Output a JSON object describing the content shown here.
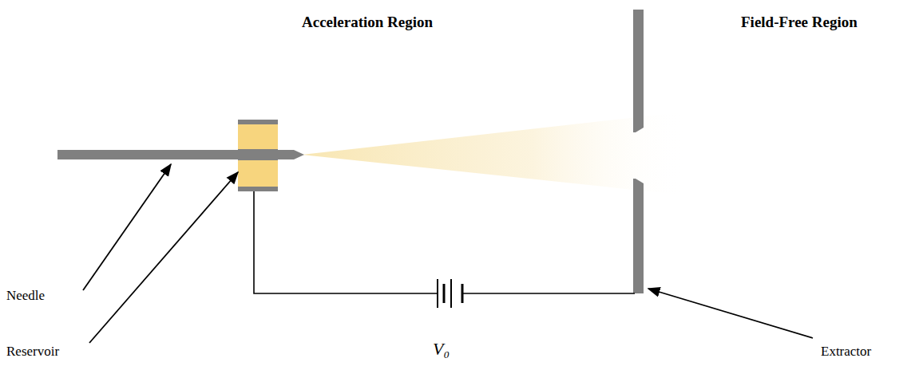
{
  "diagram": {
    "labels": [
      "Acceleration Region",
      "Field-Free Region",
      "Needle",
      "Reservoir",
      "V₀",
      "Extractor"
    ]
  }
}
